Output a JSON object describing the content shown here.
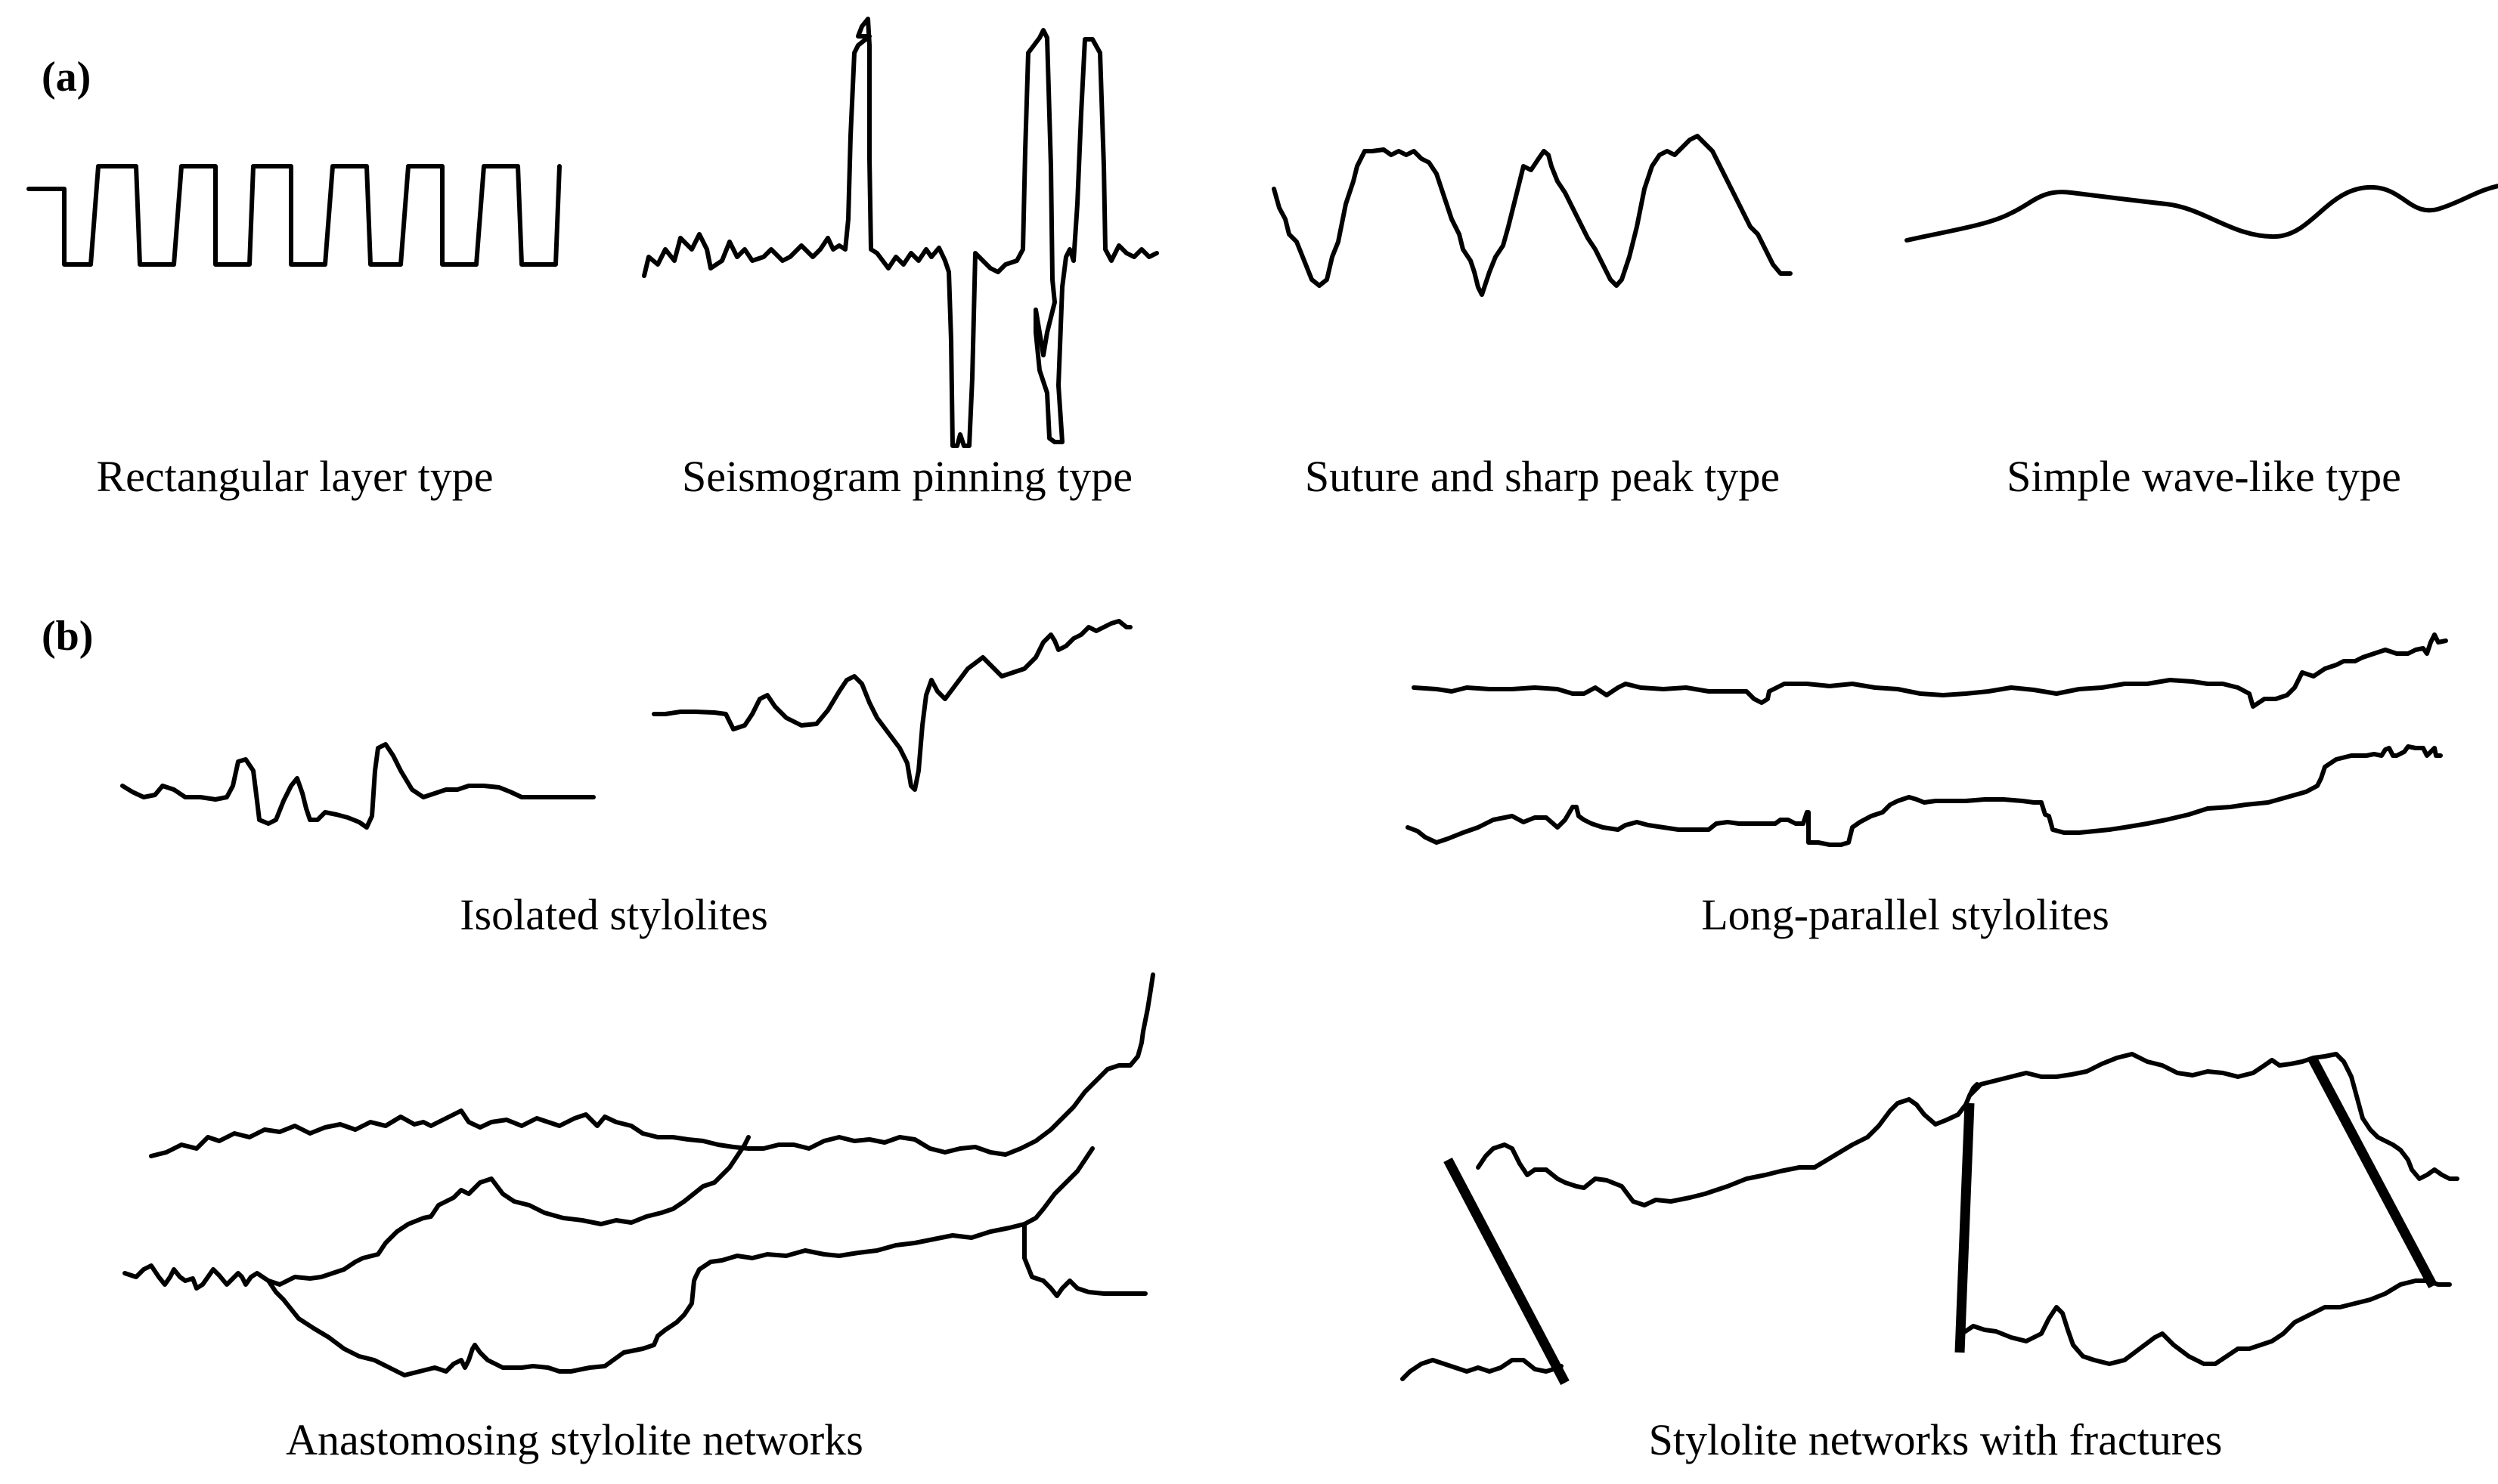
{
  "panel_a": {
    "label": "(a)",
    "types": [
      {
        "caption": "Rectangular layer type"
      },
      {
        "caption": "Seismogram pinning type"
      },
      {
        "caption": "Suture and sharp peak type"
      },
      {
        "caption": "Simple wave-like type"
      }
    ]
  },
  "panel_b": {
    "label": "(b)",
    "patterns": [
      {
        "caption": "Isolated stylolites"
      },
      {
        "caption": "Long-parallel stylolites"
      },
      {
        "caption": "Anastomosing stylolite networks"
      },
      {
        "caption": "Stylolite networks with fractures"
      }
    ]
  },
  "colors": {
    "ink": "#000000",
    "background": "#ffffff"
  }
}
